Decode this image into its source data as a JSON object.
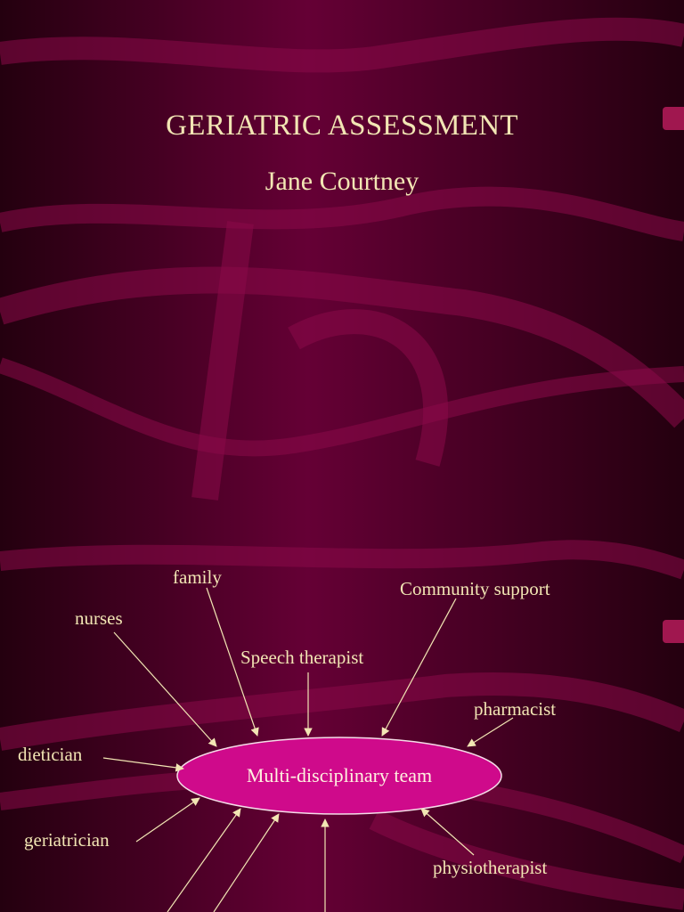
{
  "slide": {
    "title": "GERIATRIC ASSESSMENT",
    "subtitle": "Jane Courtney"
  },
  "diagram": {
    "center": "Multi-disciplinary team",
    "nodes": {
      "family": "family",
      "community_support": "Community support",
      "nurses": "nurses",
      "speech_therapist": "Speech therapist",
      "pharmacist": "pharmacist",
      "dietician": "dietician",
      "geriatrician": "geriatrician",
      "physiotherapist": "physiotherapist"
    }
  },
  "colors": {
    "background": "#5a0030",
    "ellipse": "#d10a8c",
    "text": "#f2e6b4"
  }
}
